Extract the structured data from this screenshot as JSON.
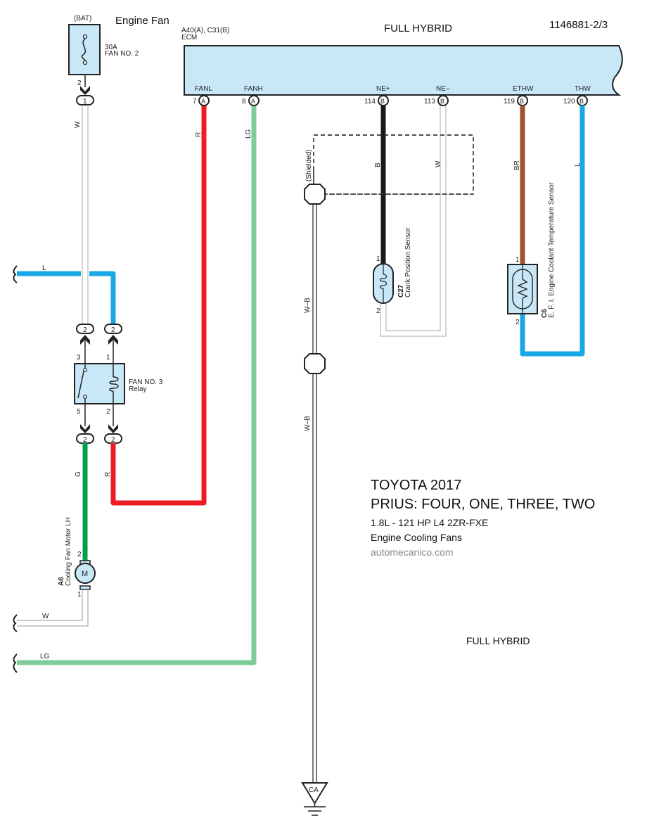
{
  "header": {
    "title": "Engine Fan",
    "center_title": "FULL HYBRID",
    "doc_id": "1146881-2/3"
  },
  "ecm": {
    "connectors": "A40(A), C31(B)",
    "name": "ECM",
    "pins": [
      {
        "label": "FANL",
        "num": "7",
        "conn": "A",
        "wire": "R",
        "color": "#ed1c24"
      },
      {
        "label": "FANH",
        "num": "8",
        "conn": "A",
        "wire": "LG",
        "color": "#7fcc99"
      },
      {
        "label": "NE+",
        "num": "114",
        "conn": "B",
        "wire": "B",
        "color": "#1a1a1a"
      },
      {
        "label": "NE–",
        "num": "113",
        "conn": "B",
        "wire": "W",
        "color": "#ffffff"
      },
      {
        "label": "ETHW",
        "num": "119",
        "conn": "B",
        "wire": "BR",
        "color": "#a0522d"
      },
      {
        "label": "THW",
        "num": "120",
        "conn": "B",
        "wire": "L",
        "color": "#1aa7e6"
      }
    ]
  },
  "fuse": {
    "source": "(BAT)",
    "rating": "30A",
    "name": "FAN NO. 2",
    "pin": "2",
    "junction": "1",
    "wire": "W"
  },
  "relay": {
    "name_line1": "FAN NO. 3",
    "name_line2": "Relay",
    "pins": {
      "p3": "3",
      "p1": "1",
      "p5": "5",
      "p2": "2"
    },
    "junctions": {
      "top_left": "2",
      "top_right": "2",
      "bottom_left": "2",
      "bottom_right": "2"
    },
    "wire_in": "L",
    "wire_out_left": "G",
    "wire_out_right": "R"
  },
  "motor": {
    "id": "A6",
    "name": "Cooling Fan Motor LH",
    "symbol": "M",
    "pin_top": "2",
    "pin_bottom": "1",
    "wire_out": "W"
  },
  "offpage": {
    "lg_label": "LG",
    "w_label": "W",
    "l_label": "L"
  },
  "shield": {
    "label": "(Shielded)",
    "wire1": "W–B",
    "wire2": "W–B",
    "ground": "CA"
  },
  "crank_sensor": {
    "id": "C27",
    "name": "Crank Position Sensor",
    "pin1": "1",
    "pin2": "2"
  },
  "coolant_sensor": {
    "id": "C6",
    "name": "E. F. I.  Engine Coolant Temperature Sensor",
    "pin1": "1",
    "pin2": "2"
  },
  "info": {
    "make_year": "TOYOTA 2017",
    "model": "PRIUS: FOUR, ONE, THREE, TWO",
    "engine": "1.8L - 121 HP  L4 2ZR-FXE",
    "system": "Engine Cooling Fans",
    "website": "automecanico.com"
  },
  "footer": {
    "variant": "FULL HYBRID"
  },
  "colors": {
    "component_fill": "#c8e8f8",
    "red": "#ed1c24",
    "light_green": "#7fcc99",
    "green": "#00a04a",
    "blue": "#1aa7e6",
    "brown": "#a0522d",
    "black": "#1a1a1a",
    "white_wire_outline": "#aaaaaa"
  }
}
